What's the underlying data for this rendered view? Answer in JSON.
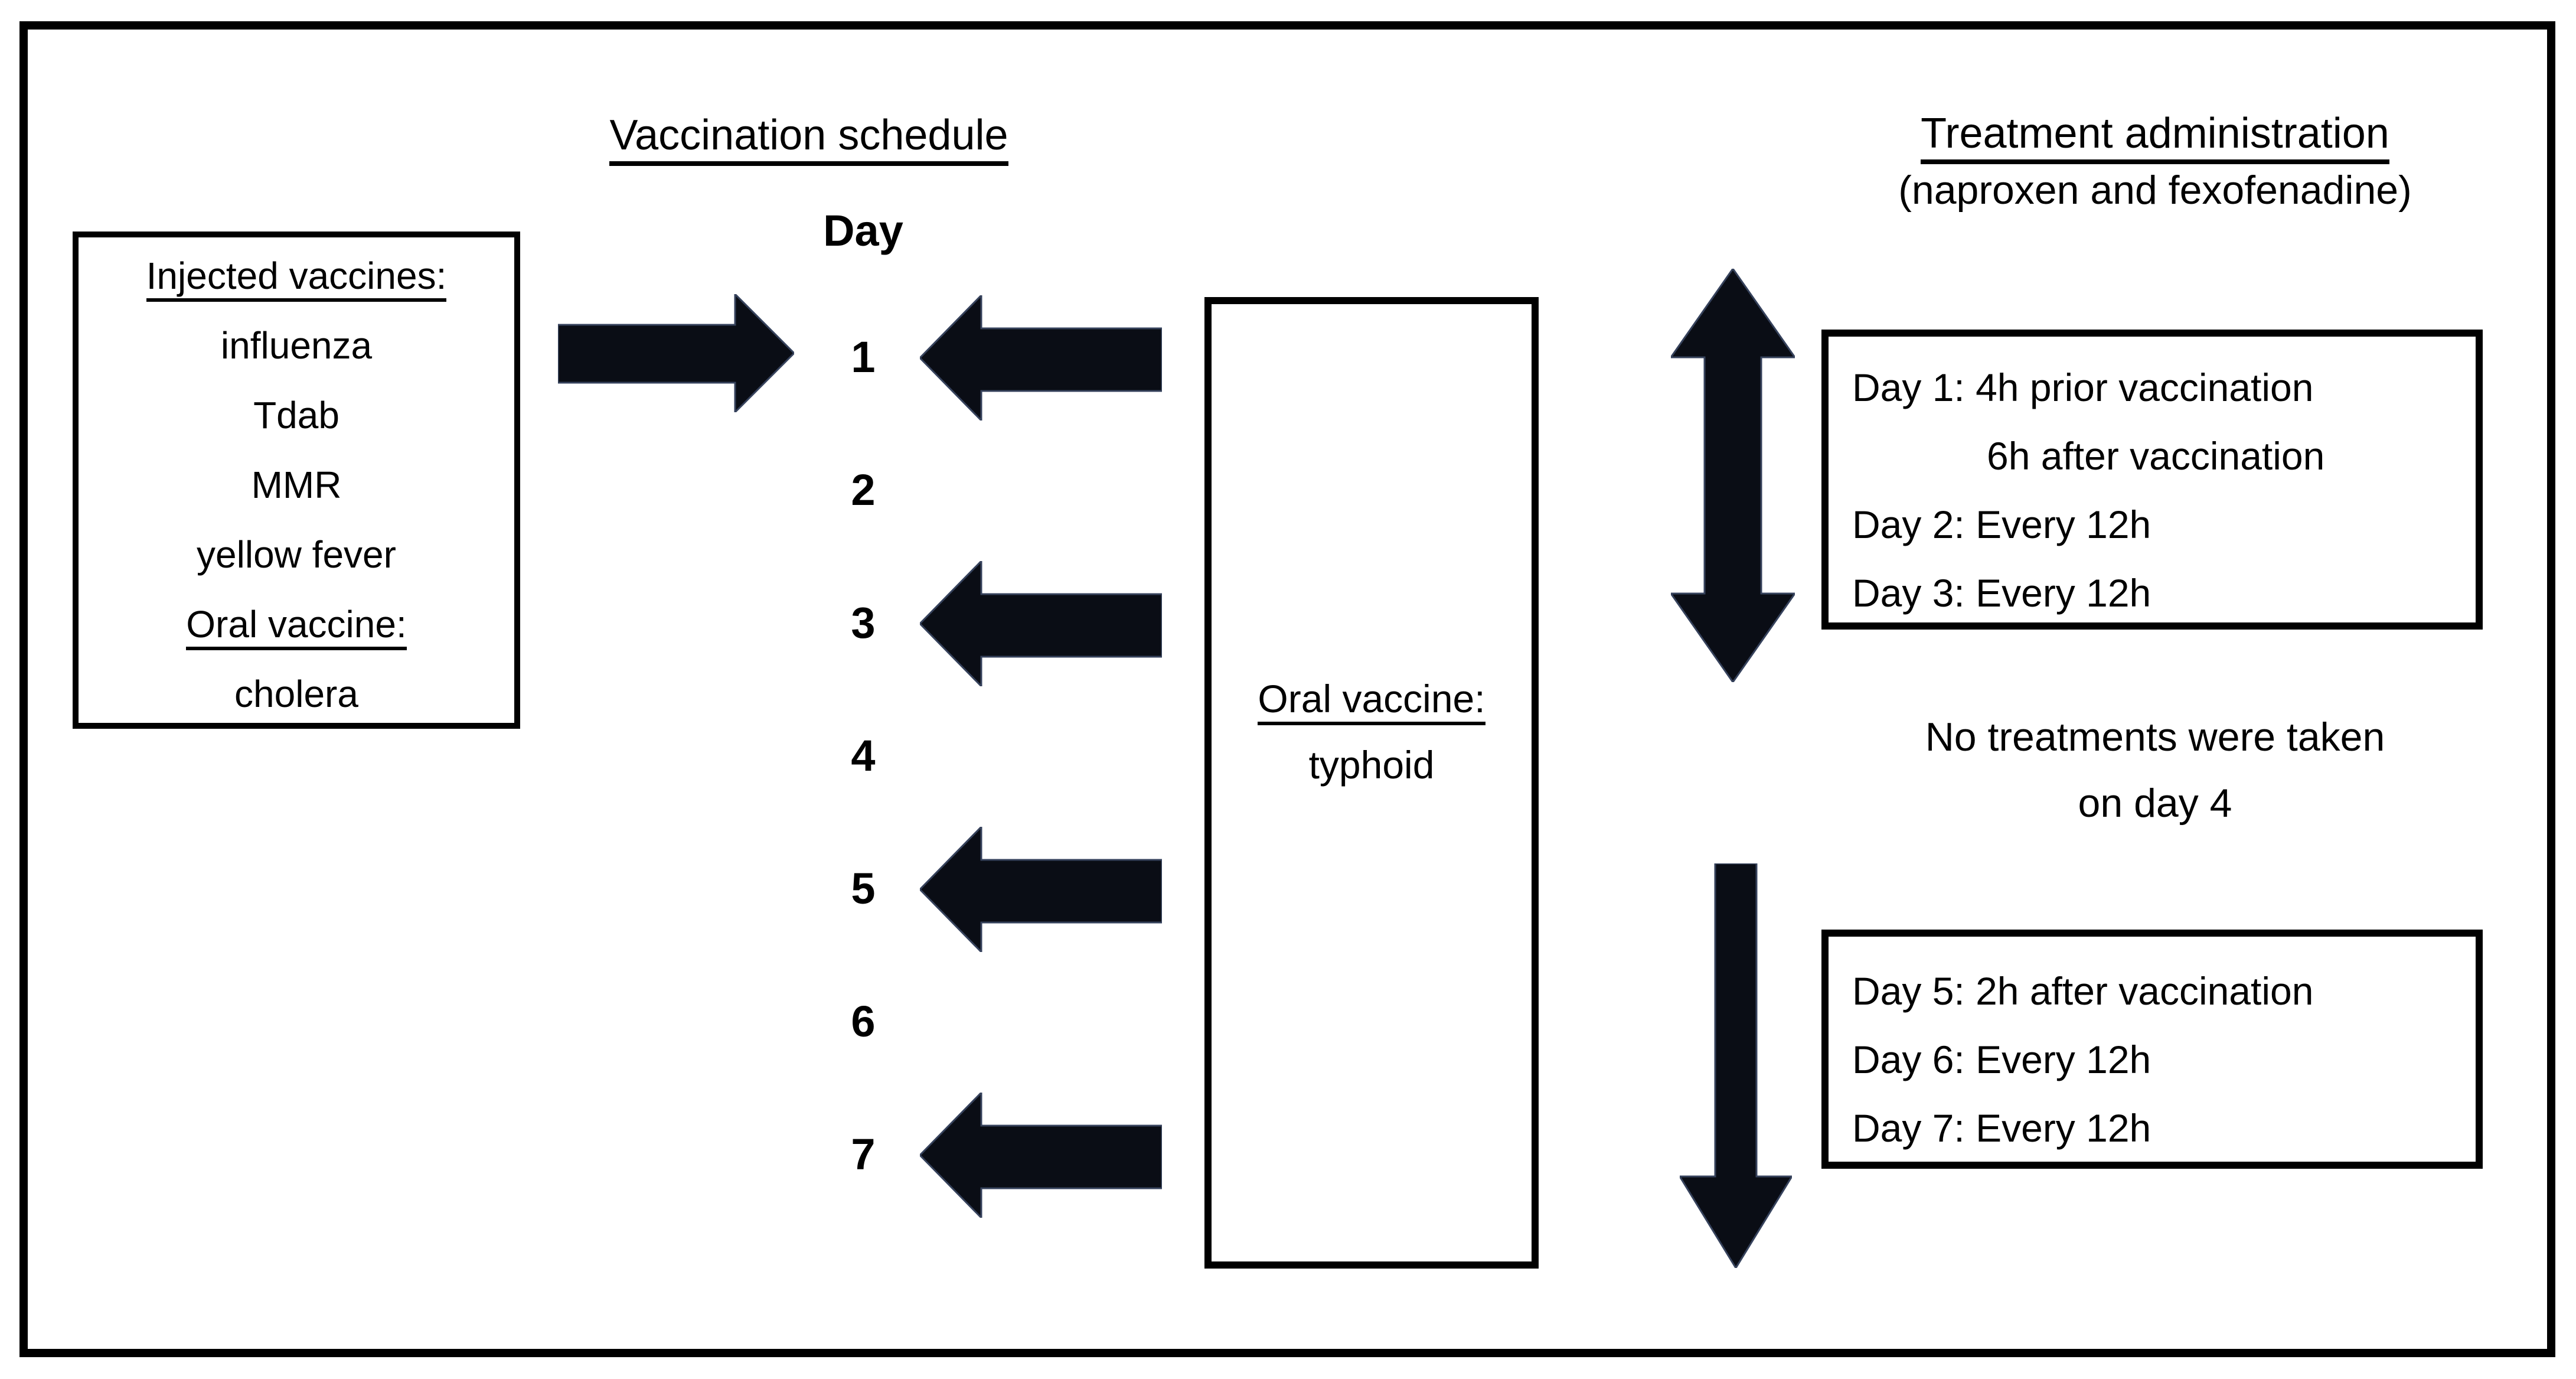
{
  "colors": {
    "background": "#ffffff",
    "border": "#000000",
    "arrow_fill": "#0a0d15",
    "arrow_stroke": "#36425c"
  },
  "schedule": {
    "title": "Vaccination schedule",
    "day_header": "Day",
    "days": [
      "1",
      "2",
      "3",
      "4",
      "5",
      "6",
      "7"
    ]
  },
  "injected_box": {
    "injected_label": "Injected vaccines:",
    "item1": "influenza",
    "item2": "Tdab",
    "item3": "MMR",
    "item4": "yellow fever",
    "oral_label": "Oral vaccine:",
    "item5": "cholera"
  },
  "typhoid_box": {
    "label": "Oral vaccine:",
    "item": "typhoid"
  },
  "treatment": {
    "title": "Treatment administration",
    "subtitle": "(naproxen and fexofenadine)",
    "box1": {
      "line1": "Day 1: 4h prior vaccination",
      "line2": "6h after vaccination",
      "line3": "Day 2: Every 12h",
      "line4": "Day 3: Every 12h"
    },
    "no_treatment_line1": "No treatments were taken",
    "no_treatment_line2": "on day 4",
    "box2": {
      "line1": "Day 5: 2h after vaccination",
      "line2": "Day 6: Every 12h",
      "line3": "Day 7: Every 12h"
    }
  }
}
